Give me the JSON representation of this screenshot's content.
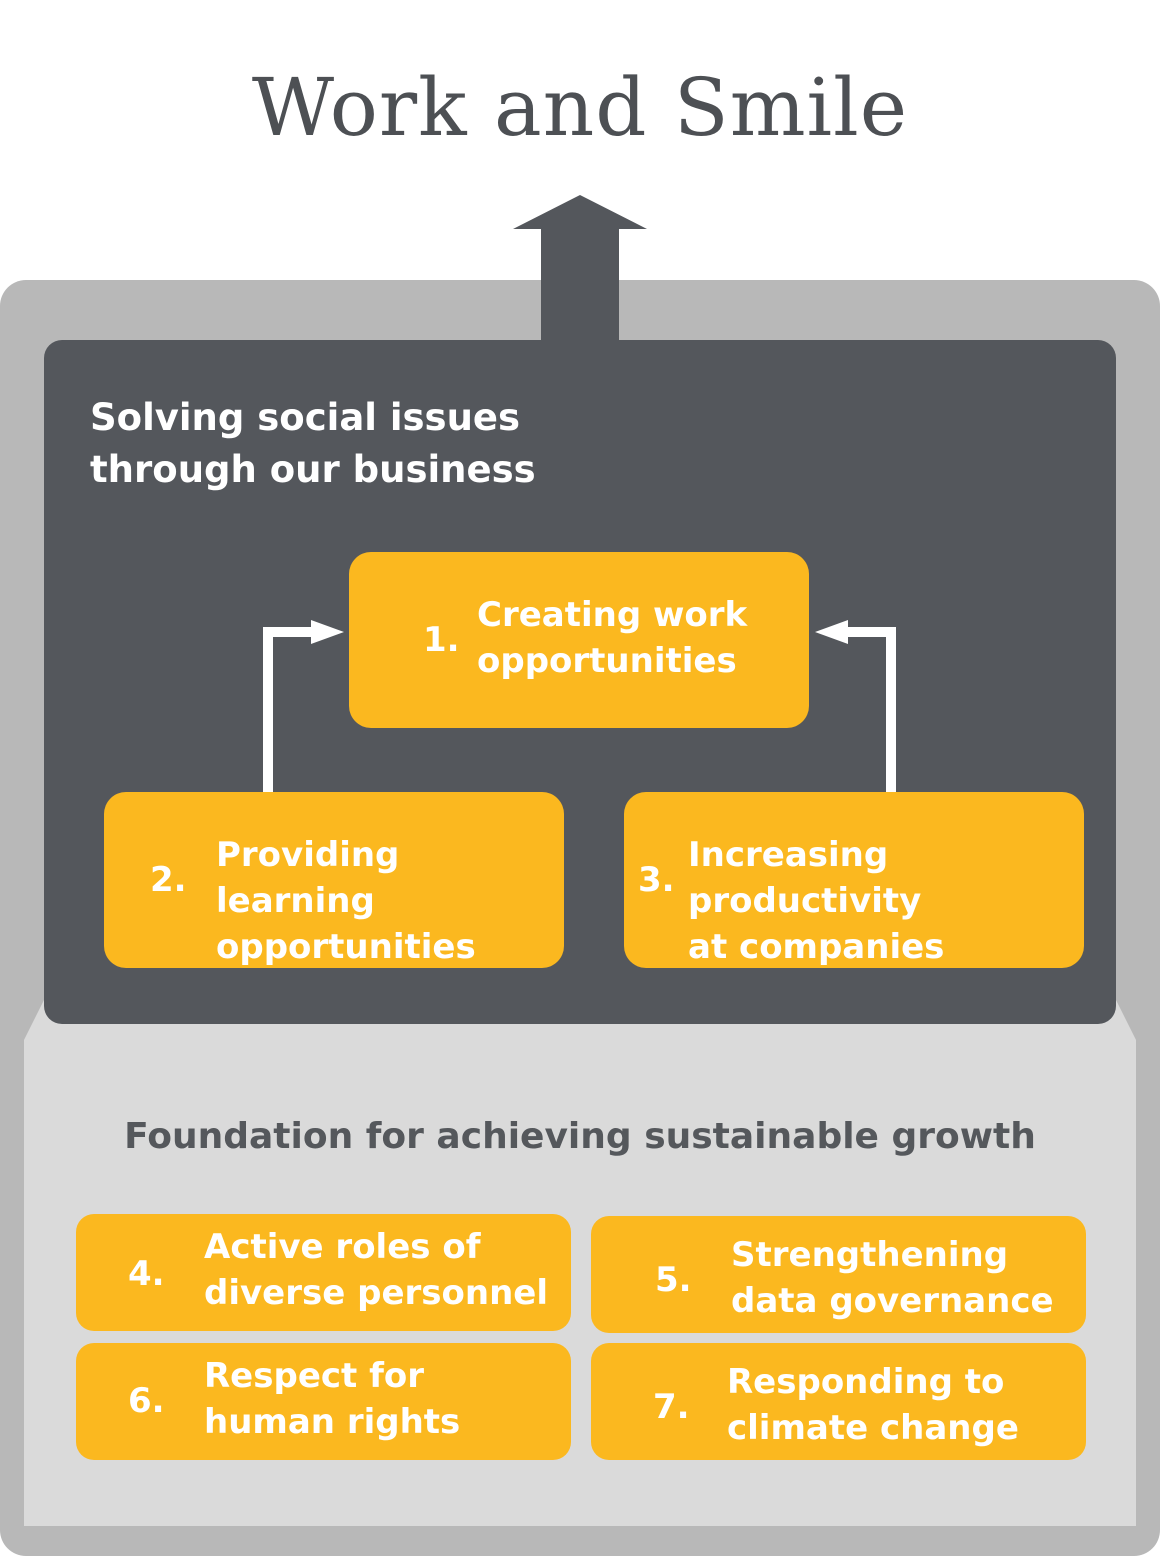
{
  "title": "Work and Smile",
  "colors": {
    "outer_frame": "#b8b8b8",
    "dark_panel": "#54575c",
    "light_panel": "#dadada",
    "accent_box": "#fbb81f",
    "arrow": "#54575c",
    "text_light": "#ffffff",
    "text_dark": "#55585c"
  },
  "business_section": {
    "title": "Solving social issues\nthrough our business",
    "items": [
      {
        "number": "1.",
        "label": "Creating work\nopportunities"
      },
      {
        "number": "2.",
        "label": "Providing learning\nopportunities"
      },
      {
        "number": "3.",
        "label": "Increasing productivity\nat companies"
      }
    ]
  },
  "foundation_section": {
    "title": "Foundation for achieving sustainable growth",
    "items": [
      {
        "number": "4.",
        "label": "Active roles of\ndiverse personnel"
      },
      {
        "number": "5.",
        "label": "Strengthening\ndata governance"
      },
      {
        "number": "6.",
        "label": "Respect for\nhuman rights"
      },
      {
        "number": "7.",
        "label": "Responding to\nclimate change"
      }
    ]
  }
}
